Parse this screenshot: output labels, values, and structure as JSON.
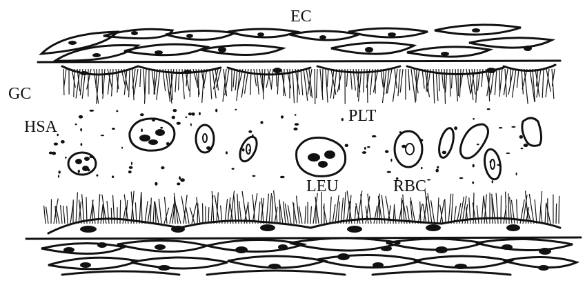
{
  "labels": {
    "ec": "EC",
    "gc": "GC",
    "hsa": "HSA",
    "plt": "PLT",
    "leu": "LEU",
    "rbc": "RBC"
  },
  "colors": {
    "ink": "#111111",
    "background": "#ffffff"
  }
}
